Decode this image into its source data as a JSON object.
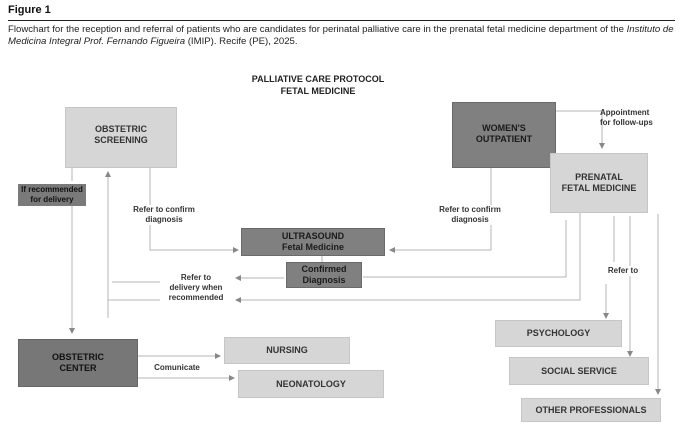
{
  "figure": {
    "label": "Figure 1",
    "caption_pre": "Flowchart for the reception and referral of patients who are candidates for perinatal palliative care in the prenatal fetal medicine department of the ",
    "caption_italic": "Instituto de Medicina Integral Prof. Fernando Figueira",
    "caption_post": " (IMIP). Recife (PE), 2025."
  },
  "diagram": {
    "title_line1": "PALLIATIVE CARE PROTOCOL",
    "title_line2": "FETAL MEDICINE",
    "nodes": {
      "obstetric_screening": [
        "OBSTETRIC",
        "SCREENING"
      ],
      "womens_outpatient": [
        "WOMEN'S",
        "OUTPATIENT"
      ],
      "prenatal_fetal_medicine": [
        "PRENATAL",
        "FETAL MEDICINE"
      ],
      "ultrasound": [
        "ULTRASOUND",
        "Fetal Medicine"
      ],
      "confirmed_diagnosis": [
        "Confirmed",
        "Diagnosis"
      ],
      "obstetric_center": [
        "OBSTETRIC",
        "CENTER"
      ],
      "nursing": "NURSING",
      "neonatology": "NEONATOLOGY",
      "psychology": "PSYCHOLOGY",
      "social_service": "SOCIAL SERVICE",
      "other_professionals": "OTHER PROFESSIONALS"
    },
    "edge_labels": {
      "if_recommended": [
        "If recommended",
        "for delivery"
      ],
      "refer_confirm_left": [
        "Refer to confirm",
        "diagnosis"
      ],
      "refer_confirm_right": [
        "Refer to confirm",
        "diagnosis"
      ],
      "appointment": [
        "Appointment",
        "for follow-ups"
      ],
      "refer_delivery": [
        "Refer to",
        "delivery when",
        "recommended"
      ],
      "refer_to": "Refer to",
      "comunicate": "Comunicate"
    }
  }
}
